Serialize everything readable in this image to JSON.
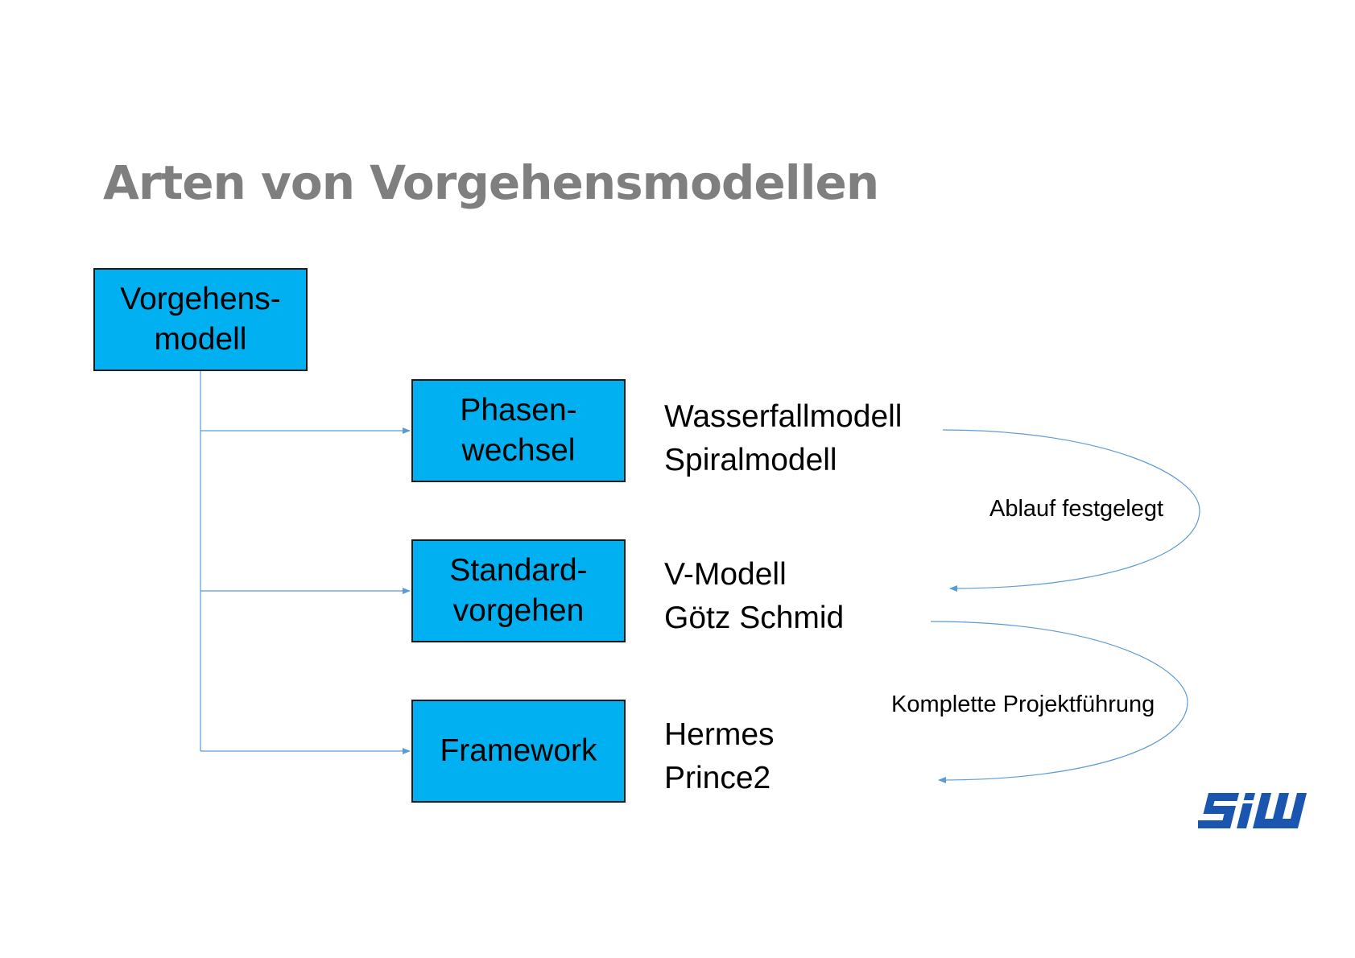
{
  "slide": {
    "title": "Arten von Vorgehensmodellen"
  },
  "root_box": {
    "lines": [
      "Vorgehens-",
      "modell"
    ]
  },
  "categories": [
    {
      "lines": [
        "Phasen-",
        "wechsel"
      ],
      "examples": [
        "Wasserfallmodell",
        "Spiralmodell"
      ]
    },
    {
      "lines": [
        "Standard-",
        "vorgehen"
      ],
      "examples": [
        "V-Modell",
        "Götz Schmid"
      ]
    },
    {
      "lines": [
        "Framework"
      ],
      "examples": [
        "Hermes",
        "Prince2"
      ]
    }
  ],
  "curve_labels": {
    "first": "Ablauf festgelegt",
    "second": "Komplette Projektführung"
  },
  "logo": {
    "text": "SIW",
    "color": "#1a56b0"
  },
  "colors": {
    "box_fill": "#00b0f0",
    "connector": "#5b9bd5",
    "title": "#7f7f7f"
  }
}
